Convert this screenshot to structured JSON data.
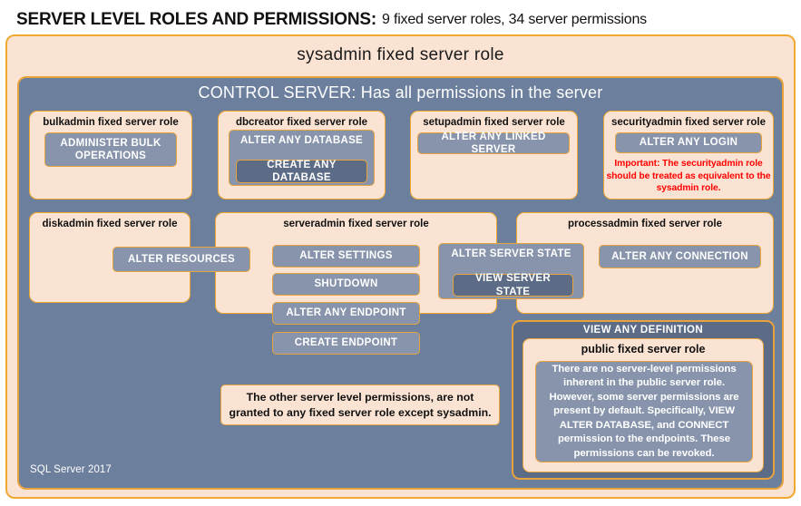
{
  "title": {
    "strong": "SERVER LEVEL ROLES AND PERMISSIONS:",
    "sub": "9 fixed server roles, 34 server permissions"
  },
  "sysadmin": {
    "label": "sysadmin fixed server role"
  },
  "control_server": {
    "label": "CONTROL SERVER: Has all permissions in the server"
  },
  "roles": {
    "bulkadmin": {
      "title": "bulkadmin fixed server role",
      "permission": "ADMINISTER  BULK OPERATIONS"
    },
    "dbcreator": {
      "title": "dbcreator fixed server role",
      "permission_outer": "ALTER ANY DATABASE",
      "permission_inner": "CREATE  ANY DATABASE"
    },
    "setupadmin": {
      "title": "setupadmin fixed server role",
      "permission": "ALTER ANY LINKED SERVER"
    },
    "securityadmin": {
      "title": "securityadmin fixed server role",
      "permission": "ALTER ANY LOGIN",
      "note": "Important:  The securityadmin role should  be treated  as equivalent to the  sysadmin role."
    },
    "diskadmin": {
      "title": "diskadmin fixed server role",
      "permission": "ALTER RESOURCES"
    },
    "serveradmin": {
      "title": "serveradmin fixed server role",
      "permissions": [
        "ALTER SETTINGS",
        "SHUTDOWN",
        "ALTER ANY ENDPOINT",
        "CREATE  ENDPOINT"
      ],
      "shared_outer": "ALTER SERVER STATE",
      "shared_inner": "VIEW SERVER STATE"
    },
    "processadmin": {
      "title": "processadmin fixed server role",
      "permission": "ALTER ANY CONNECTION"
    },
    "public": {
      "view_any_definition": "VIEW ANY DEFINITION",
      "title": "public  fixed server role",
      "body": "There are no server-level permissions inherent in the public server role. However, some server permissions are present by default. Specifically, VIEW ALTER DATABASE, and CONNECT permission to the endpoints. These permissions can be revoked."
    }
  },
  "other_note": "The other server level permissions,  are not granted to any fixed server role except sysadmin.",
  "footer": {
    "label": "SQL Server 2017"
  },
  "colors": {
    "peach": "#FBE3D3",
    "gold": "#E8A33D",
    "slate": "#6C7F9D",
    "pill": "#8794AB",
    "pill_dark": "#5D6C86",
    "warning": "#FF0000"
  }
}
